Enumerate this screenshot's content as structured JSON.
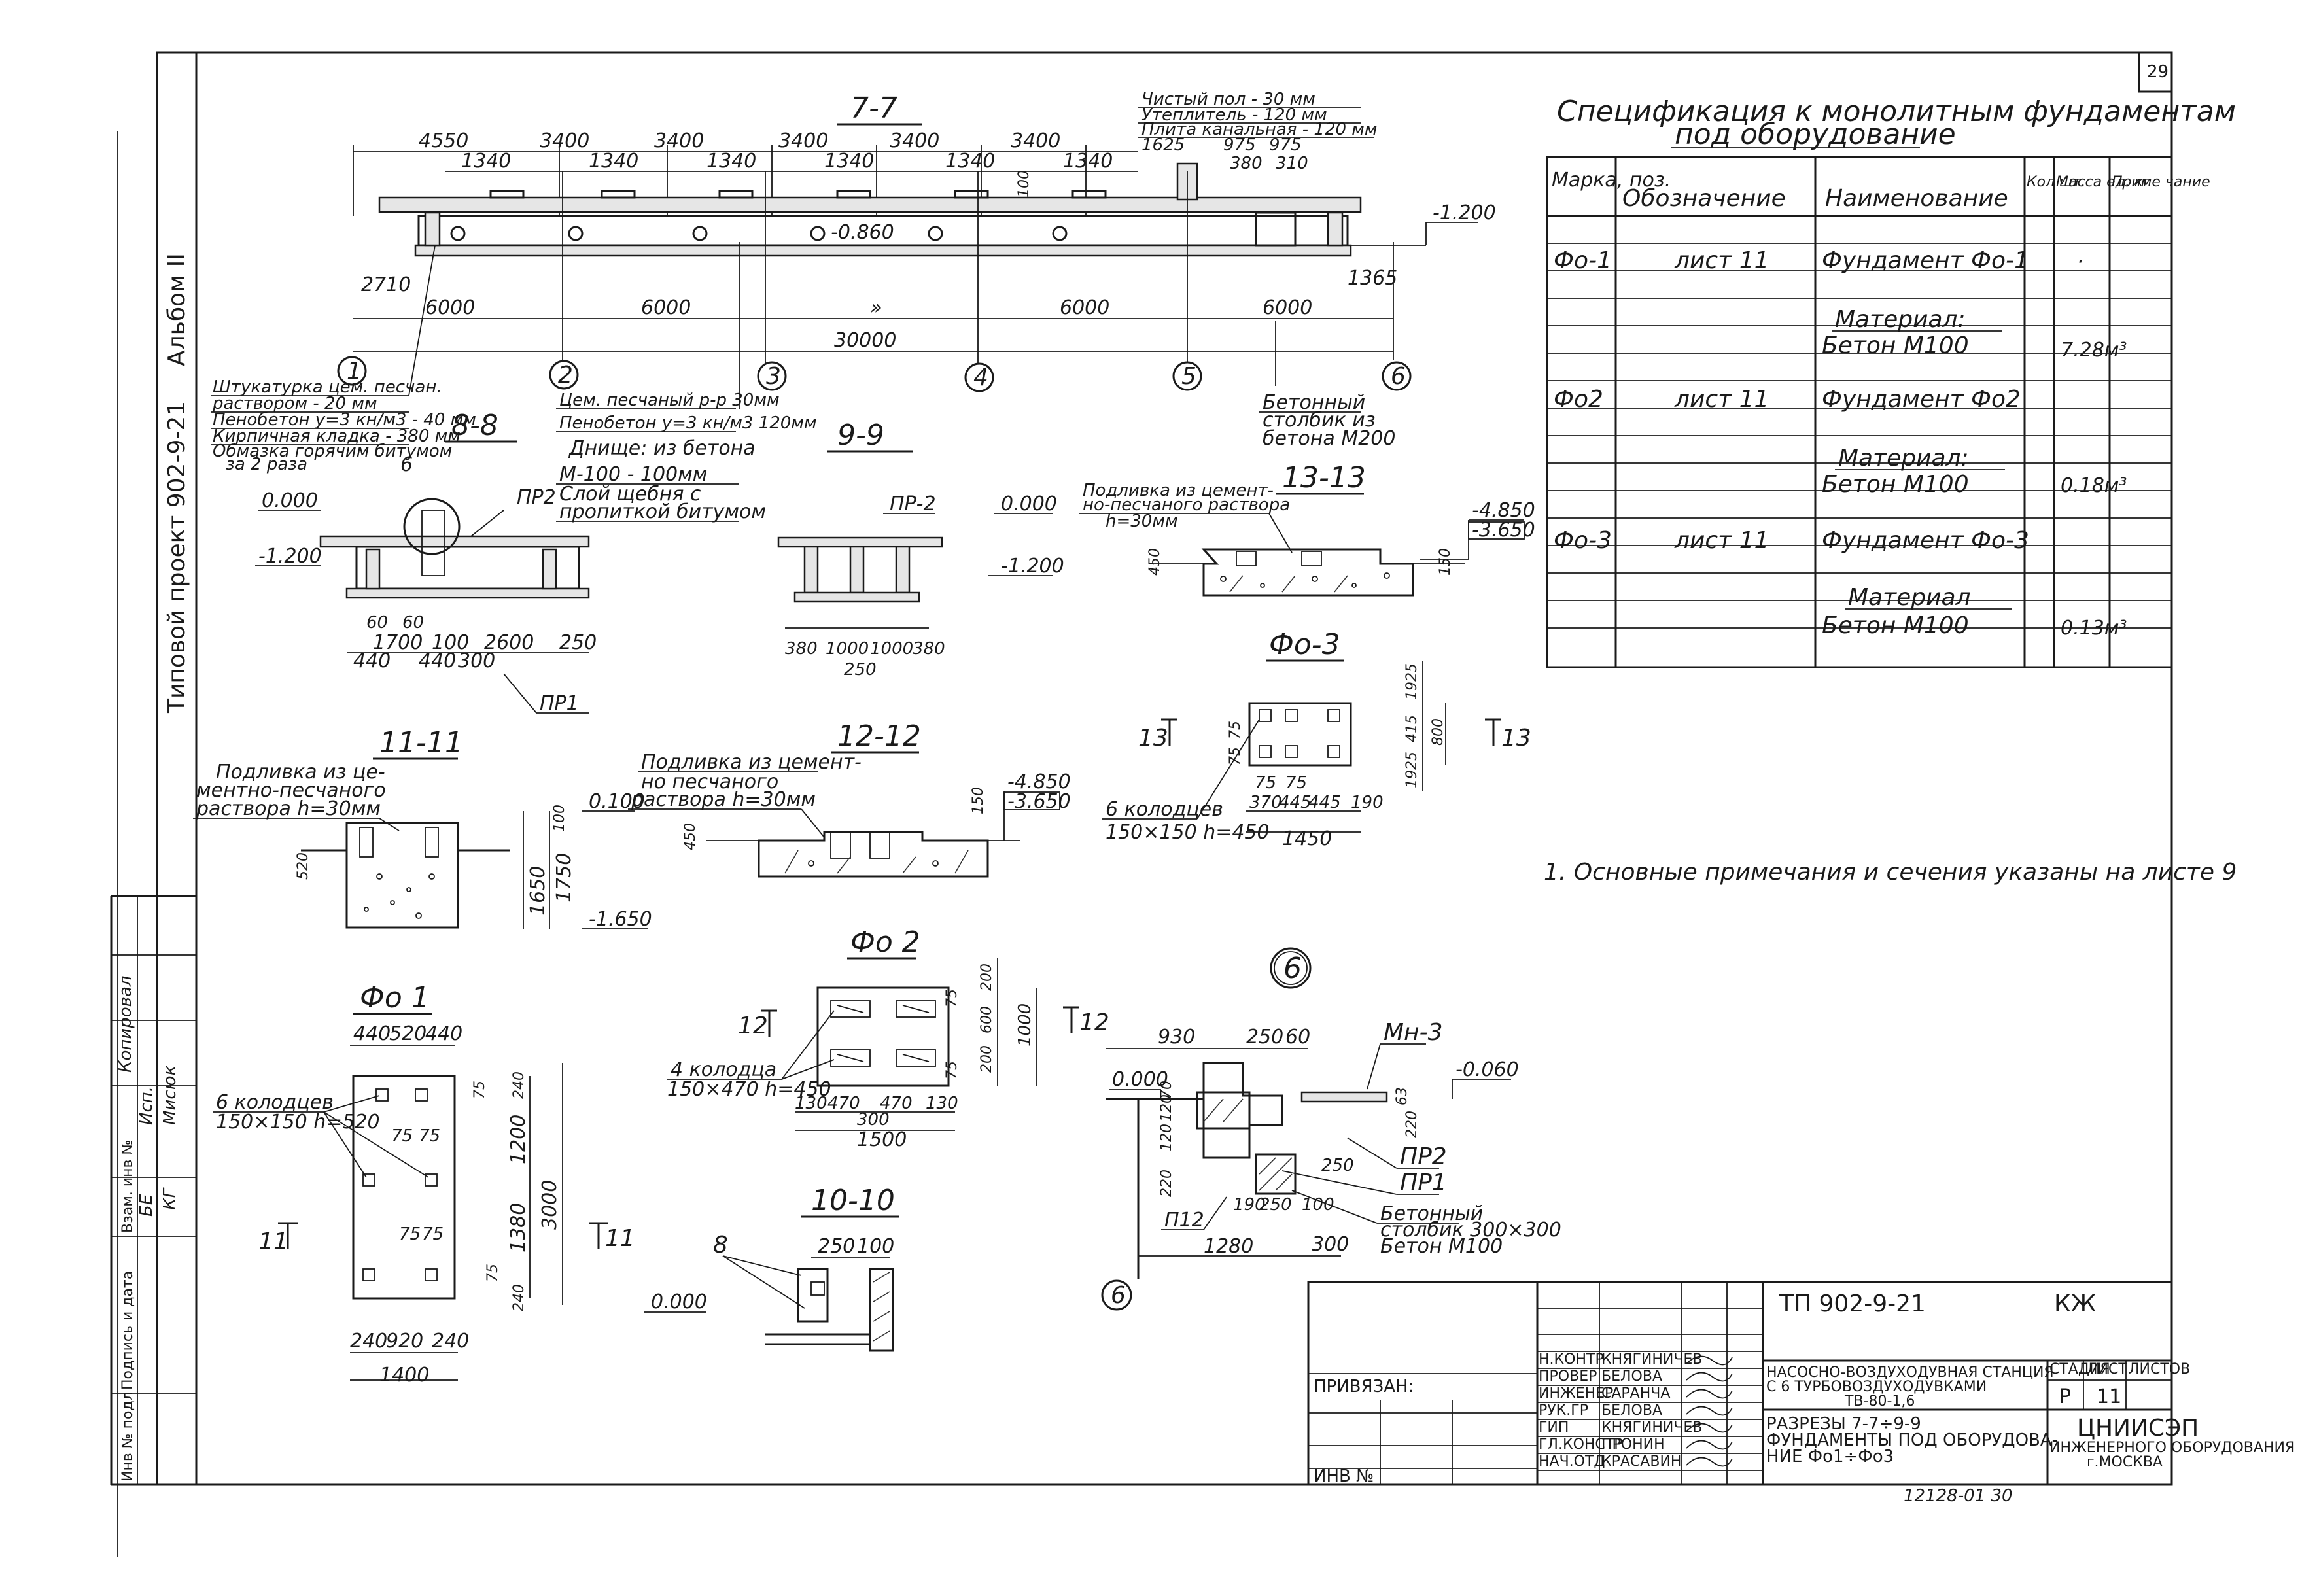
{
  "sheet": {
    "number": "29",
    "album": "Альбом II",
    "project": "Типовой проект 902-9-21"
  },
  "left_stamp": [
    "Инв № подл",
    "Подпись и дата",
    "Взам. инв №"
  ],
  "left_stamp_vals": [
    "БЕ",
    "КГ",
    "Исп.",
    "Мисюк",
    "Копировал"
  ],
  "section_7_7": {
    "title": "7-7",
    "floor_notes": [
      "Чистый пол - 30 мм",
      "Утеплитель - 120 мм",
      "Плита канальная - 120 мм"
    ],
    "top_dims": [
      "4550",
      "3400",
      "3400",
      "3400",
      "3400",
      "3400"
    ],
    "sub_dims": [
      "1340",
      "1340",
      "1340",
      "1340",
      "1340",
      "1340"
    ],
    "right_dims": [
      "1625",
      "975",
      "975",
      "380",
      "310",
      "100"
    ],
    "level_mid": "-0.860",
    "level_right": "-1.200",
    "dim_left": "2710",
    "dim_right": "1365",
    "span_dims": [
      "6000",
      "6000",
      "»",
      "6000",
      "6000"
    ],
    "total": "30000",
    "axes": [
      "1",
      "2",
      "3",
      "4",
      "5",
      "6"
    ],
    "note_left": [
      "Штукатурка цем. песчан.",
      "раствором - 20 мм",
      "Пенобетон у=3 кн/м3 - 40 мм",
      "Кирпичная кладка - 380 мм",
      "Обмазка горячим битумом",
      "за 2 раза"
    ],
    "note_mid": [
      "Цем. песчаный р-р 30мм",
      "Пенобетон у=3 кн/м3 120мм"
    ],
    "note_bottom_title": "Днище: из бетона",
    "note_bottom": [
      "М-100 - 100мм",
      "Слой щебня с",
      "пропиткой битумом"
    ],
    "column_note": [
      "Бетонный",
      "столбик из",
      "бетона М200"
    ]
  },
  "section_8_8": {
    "title": "8-8",
    "labels": [
      "0.000",
      "-1.200",
      "6",
      "ПР2",
      "ПР1"
    ],
    "dims": [
      "60",
      "60",
      "1700",
      "100",
      "2600",
      "250",
      "440",
      "440",
      "300"
    ]
  },
  "section_9_9": {
    "title": "9-9",
    "labels": [
      "ПР-2",
      "0.000",
      "-1.200"
    ],
    "dims": [
      "380",
      "1000",
      "1000",
      "380",
      "250"
    ]
  },
  "section_13_13": {
    "title": "13-13",
    "note": [
      "Подливка из цемент-",
      "но-песчаного раствора",
      "h=30мм"
    ],
    "levels": [
      "-4.850",
      "-3.650"
    ],
    "dims": [
      "450",
      "150"
    ]
  },
  "fo3": {
    "title": "Фо-3",
    "cut_left": "13",
    "cut_right": "13",
    "note": [
      "6 колодцев",
      "150×150 h=450"
    ],
    "dims_x": [
      "75",
      "75",
      "370",
      "445",
      "445",
      "190",
      "1450"
    ],
    "dims_y": [
      "75",
      "75",
      "1925",
      "415",
      "800",
      "1925"
    ]
  },
  "section_11_11": {
    "title": "11-11",
    "note": [
      "Подливка из це-",
      "ментно-песчаного",
      "раствора h=30мм"
    ],
    "levels": [
      "0.100",
      "-1.650"
    ],
    "dims": [
      "100",
      "1750",
      "1650",
      "520"
    ]
  },
  "section_12_12": {
    "title": "12-12",
    "note": [
      "Подливка из цемент-",
      "но песчаного",
      "раствора h=30мм"
    ],
    "levels": [
      "-4.850",
      "-3.650"
    ],
    "dims": [
      "450",
      "150"
    ]
  },
  "fo2": {
    "title": "Фо 2",
    "cut_left": "12",
    "cut_right": "12",
    "note": [
      "4 колодца",
      "150×470 h=450"
    ],
    "dims_x": [
      "130",
      "470",
      "470",
      "130",
      "300",
      "1500"
    ],
    "dims_y": [
      "200",
      "75",
      "600",
      "200",
      "75",
      "1000"
    ]
  },
  "fo1": {
    "title": "Фо 1",
    "cut_left": "11",
    "cut_right": "11",
    "note": [
      "6 колодцев",
      "150×150 h=520"
    ],
    "dims_x": [
      "440",
      "520",
      "440",
      "75",
      "75",
      "75",
      "75",
      "240",
      "920",
      "240",
      "1400"
    ],
    "dims_y": [
      "75",
      "240",
      "1200",
      "1380",
      "75",
      "240",
      "3000"
    ]
  },
  "section_10_10": {
    "title": "10-10",
    "labels": [
      "8",
      "0.000"
    ],
    "dims": [
      "250",
      "100"
    ]
  },
  "node_6": {
    "title": "6",
    "labels": [
      "Мн-3",
      "-0.060",
      "0.000",
      "ПР2",
      "ПР1",
      "П12",
      "6"
    ],
    "dims": [
      "930",
      "250",
      "60",
      "63",
      "220",
      "250",
      "220",
      "120",
      "120",
      "70",
      "190",
      "250",
      "100",
      "1280",
      "300"
    ],
    "note": [
      "Бетонный",
      "столбик 300×300",
      "Бетон М100"
    ]
  },
  "spec": {
    "title_line1": "Спецификация к монолитным фундаментам",
    "title_line2": "под оборудование",
    "headers": [
      "Марка, поз.",
      "Обозначение",
      "Наименование",
      "Кол шт.",
      "Масса ед. кг",
      "Приме чание"
    ],
    "rows": [
      {
        "mark": "Фо-1",
        "ref": "лист 11",
        "name": "Фундамент Фо-1",
        "qty": "",
        "mass": "·",
        "note": ""
      },
      {
        "mark": "",
        "ref": "",
        "name": "Материал:",
        "qty": "",
        "mass": "",
        "note": ""
      },
      {
        "mark": "",
        "ref": "",
        "name": "Бетон М100",
        "qty": "",
        "mass": "7.28м³",
        "note": ""
      },
      {
        "mark": "Фо2",
        "ref": "лист 11",
        "name": "Фундамент Фо2",
        "qty": "",
        "mass": "",
        "note": ""
      },
      {
        "mark": "",
        "ref": "",
        "name": "Материал:",
        "qty": "",
        "mass": "",
        "note": ""
      },
      {
        "mark": "",
        "ref": "",
        "name": "Бетон М100",
        "qty": "",
        "mass": "0.18м³",
        "note": ""
      },
      {
        "mark": "Фо-3",
        "ref": "лист 11",
        "name": "Фундамент Фо-3",
        "qty": "",
        "mass": "",
        "note": ""
      },
      {
        "mark": "",
        "ref": "",
        "name": "Материал",
        "qty": "",
        "mass": "",
        "note": ""
      },
      {
        "mark": "",
        "ref": "",
        "name": "Бетон М100",
        "qty": "",
        "mass": "0.13м³",
        "note": ""
      }
    ]
  },
  "general_note": "1. Основные примечания и сечения указаны на листе 9",
  "title_block": {
    "code": "ТП 902-9-21",
    "mark": "КЖ",
    "privyazan": "ПРИВЯЗАН:",
    "inv": "ИНВ №",
    "roles": [
      "Н.КОНТР",
      "ПРОВЕР",
      "ИНЖЕНЕР",
      "РУК.ГР",
      "ГИП",
      "ГЛ.КОНСТР",
      "НАЧ.ОТД"
    ],
    "names": [
      "КНЯГИНИЧЕВ",
      "БЕЛОВА",
      "САРАНЧА",
      "БЕЛОВА",
      "КНЯГИНИЧЕВ",
      "ПРОНИН",
      "КРАСАВИН"
    ],
    "object": [
      "НАСОСНО-ВОЗДУХОДУВНАЯ СТАНЦИЯ",
      "С 6 ТУРБОВОЗДУХОДУВКАМИ",
      "ТВ-80-1,6"
    ],
    "sheet_title": [
      "РАЗРЕЗЫ 7-7÷9-9",
      "ФУНДАМЕНТЫ ПОД ОБОРУДОВА-",
      "НИЕ Фо1÷Фо3"
    ],
    "stage_hdr": [
      "СТАДИЯ",
      "ЛИСТ",
      "ЛИСТОВ"
    ],
    "stage_vals": [
      "Р",
      "11",
      ""
    ],
    "org": [
      "ЦНИИСЭП",
      "ИНЖЕНЕРНОГО ОБОРУДОВАНИЯ",
      "г.МОСКВА"
    ],
    "order": "12128-01 30"
  }
}
